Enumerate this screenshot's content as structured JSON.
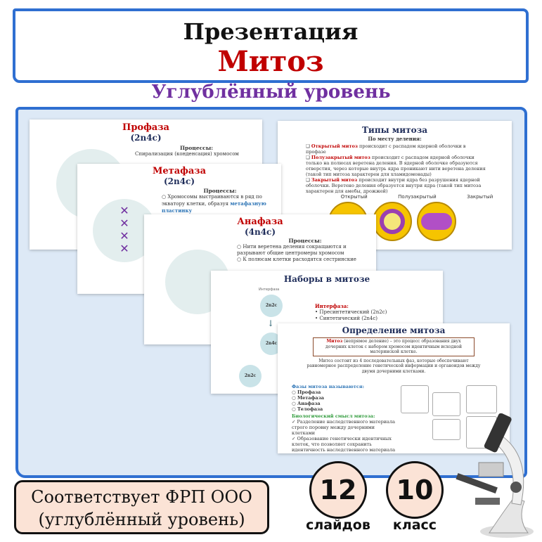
{
  "header": {
    "title": "Презентация",
    "subject": "Митоз",
    "level": "Углублённый уровень"
  },
  "slides": {
    "prophase": {
      "title": "Профаза",
      "formula": "(2n4c)",
      "processes_label": "Процессы:",
      "item": "Спирализация (конденсация) хромосом"
    },
    "metaphase": {
      "title": "Метафаза",
      "formula": "(2n4c)",
      "processes_label": "Процессы:",
      "item_a": "Хромосомы выстраиваются в ряд по экватору клетки, образуя ",
      "item_b": "метафазную пластинку"
    },
    "anaphase": {
      "title": "Анафаза",
      "formula": "(4n4c)",
      "processes_label": "Процессы:",
      "items": [
        "Нити веретена деления сокращаются и разрывают общие центромеры хромосом",
        "К полюсам клетки расходятся сестринские"
      ]
    },
    "types": {
      "title": "Типы митоза",
      "subtitle": "По месту деления:",
      "items": [
        {
          "name": "Открытый митоз",
          "text": " происходит с распадом ядерной оболочки в профазе"
        },
        {
          "name": "Полузакрытый митоз",
          "text": " происходит с распадом ядерной оболочки только на полюсах веретена деления. В ядерной оболочке образуются отверстия, через которые внутрь ядра проникают нити веретена деления (такой тип митоза характерен для хламидомонады)"
        },
        {
          "name": "Закрытый митоз",
          "text": " происходит внутри ядра без разрушения ядерной оболочки. Веретено деления образуется внутри ядра (такой тип митоза характерен для амебы, дрожжей)"
        }
      ],
      "labels": [
        "Открытый",
        "Полузакрытый",
        "Закрытый"
      ]
    },
    "sets": {
      "title": "Наборы в митозе",
      "interphase_label": "Интерфаза",
      "circles": [
        "2n2c",
        "2n4c",
        "2n2c"
      ],
      "heading": "Интерфаза:",
      "items": [
        "Пресинтетический (2n2c)",
        "Синтетический (2n4c)"
      ]
    },
    "definition": {
      "title": "Определение митоза",
      "term": "Митоз",
      "def": " (непрямое деление) – это процесс образования двух дочерних клеток с набором хромосом идентичным исходной материнской клетке.",
      "intro": "Митоз состоит из 4 последовательных фаз, которые обеспечивают равномерное распределение генетической информации и органоидов между двумя дочерними клетками.",
      "phases_heading": "Фазы митоза называются:",
      "phases": [
        "Профаза",
        "Метафаза",
        "Анафаза",
        "Телофаза"
      ],
      "meaning_heading": "Биологический смысл митоза:",
      "meaning": [
        "Разделение наследственного материала строго поровну между дочерними клетками",
        "Образование генетически идентичных клеток, что позволяет сохранить идентичность наследственного материала из поколения в поколение"
      ]
    }
  },
  "footer": {
    "standard_line1": "Соответствует ФРП ООО",
    "standard_line2": "(углублённый уровень)",
    "slides_count": "12",
    "slides_label": "слайдов",
    "grade": "10",
    "grade_label": "класс"
  },
  "colors": {
    "accent_blue": "#2f6fd1",
    "title_red": "#c00000",
    "purple": "#7030a0",
    "panel": "#dde9f6",
    "badge": "#fbe3d6"
  }
}
